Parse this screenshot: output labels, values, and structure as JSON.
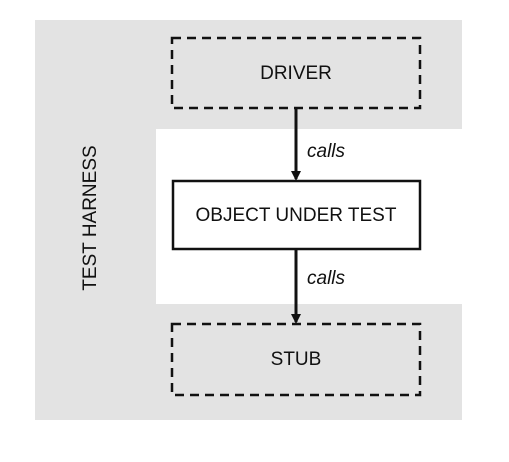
{
  "diagram": {
    "harness": {
      "label": "TEST HARNESS",
      "background": "#e3e3e3"
    },
    "nodes": {
      "driver": {
        "label": "DRIVER",
        "border": "dashed"
      },
      "object_under_test": {
        "label": "OBJECT UNDER TEST",
        "border": "solid"
      },
      "stub": {
        "label": "STUB",
        "border": "dashed"
      }
    },
    "edges": [
      {
        "from": "driver",
        "to": "object_under_test",
        "label": "calls"
      },
      {
        "from": "object_under_test",
        "to": "stub",
        "label": "calls"
      }
    ],
    "colors": {
      "stroke": "#111111",
      "cutout": "#ffffff"
    }
  }
}
